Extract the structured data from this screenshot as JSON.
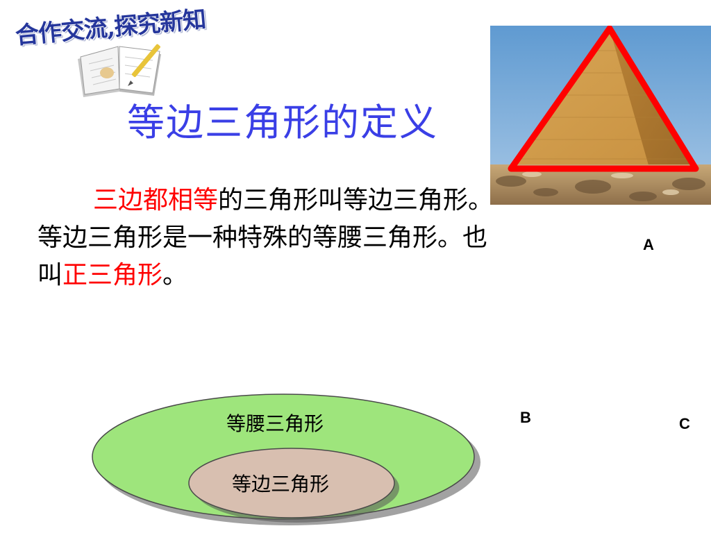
{
  "header": {
    "logo_text": "合作交流,探究新知"
  },
  "title": "等边三角形的定义",
  "definition": {
    "part1_red": "三边都相等",
    "part2": "的三角形叫等边三角形。等边三角形是一种特殊的等腰三角形。也叫",
    "part3_red": "正三角形",
    "part4": "。"
  },
  "vertices": {
    "a": "A",
    "b": "B",
    "c": "C"
  },
  "venn": {
    "outer_label": "等腰三角形",
    "inner_label": "等边三角形"
  },
  "colors": {
    "title": "#3a3fe6",
    "highlight": "#ff0000",
    "outer_ellipse": "#9ee57c",
    "inner_ellipse": "#d8bfb0",
    "triangle_outline": "#ff0000"
  }
}
